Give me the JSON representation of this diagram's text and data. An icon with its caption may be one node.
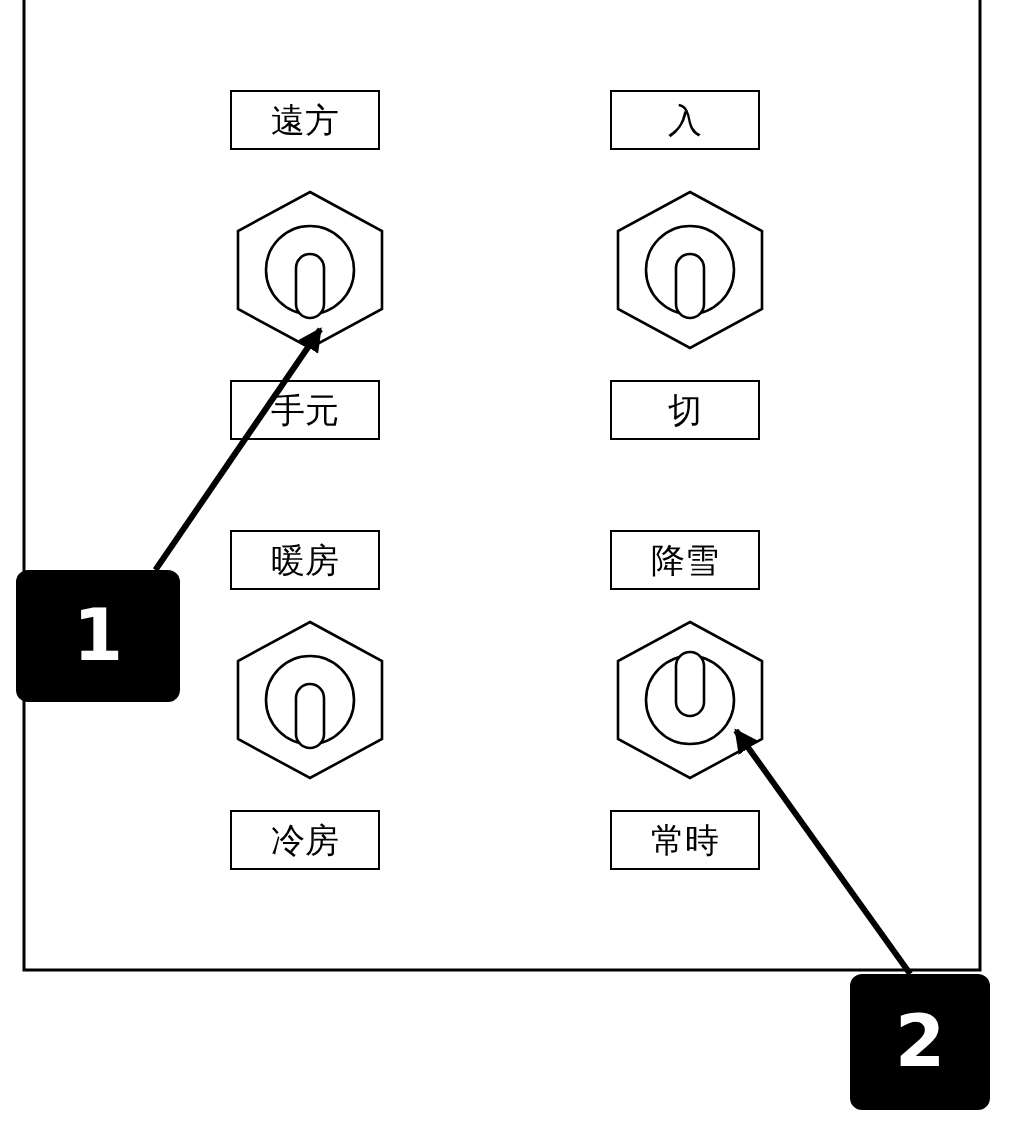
{
  "diagram": {
    "nodes": [
      {
        "text": [
          "遠方"
        ]
      },
      {
        "text": [
          "入"
        ]
      },
      {
        "text": [],
        "shape": "switch"
      },
      {
        "text": [],
        "shape": "switch"
      },
      {
        "text": [
          "手元"
        ]
      },
      {
        "text": [
          "切"
        ]
      },
      {
        "text": [
          "暖房"
        ]
      },
      {
        "text": [
          "降雪"
        ]
      },
      {
        "text": [],
        "shape": "switch"
      },
      {
        "text": [],
        "shape": "switch"
      },
      {
        "text": [
          "冷房"
        ]
      },
      {
        "text": [
          "常時"
        ]
      },
      {
        "text": [
          "1"
        ]
      },
      {
        "text": [
          "2"
        ]
      }
    ],
    "edges": [
      {
        "from": 12,
        "to": 2,
        "arrow": "to"
      },
      {
        "from": 13,
        "to": 9,
        "arrow": "to"
      }
    ]
  }
}
